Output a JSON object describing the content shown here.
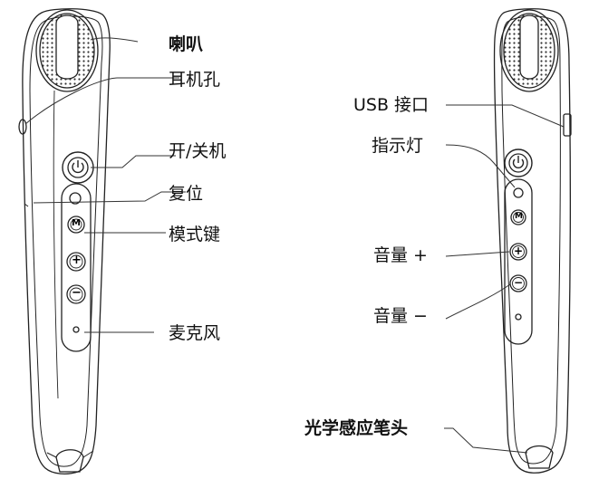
{
  "left_pen": {
    "labels": {
      "speaker": "喇叭",
      "earphone_jack": "耳机孔",
      "power": "开/关机",
      "reset": "复位",
      "mode_key": "模式键",
      "microphone": "麦克风"
    }
  },
  "right_pen": {
    "labels": {
      "usb_port": "USB 接口",
      "indicator_light": "指示灯",
      "volume_up": "音量 +",
      "volume_down": "音量 −",
      "optical_sensor_tip": "光学感应笔头"
    }
  },
  "buttons": {
    "mode_symbol": "M",
    "plus_symbol": "+",
    "minus_symbol": "−"
  }
}
